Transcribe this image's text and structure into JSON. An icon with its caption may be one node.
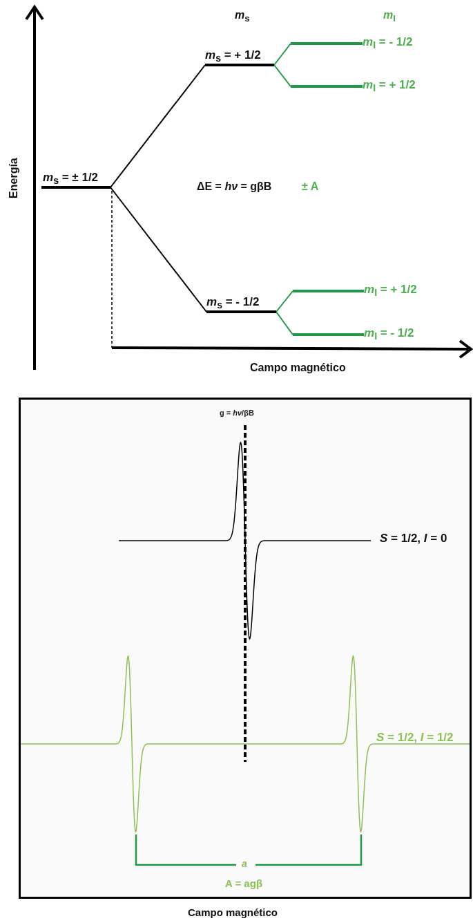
{
  "diagram": {
    "nodes": [
      {
        "text": [
          "*m*$_{s}$ = ± 1/2"
        ]
      },
      {
        "text": [
          "*m*$_{s}$ = + 1/2"
        ]
      },
      {
        "text": [
          "*m*$_{s}$ = - 1/2"
        ]
      },
      {
        "text": [
          "*m*$_{I}$ = - 1/2"
        ]
      },
      {
        "text": [
          "*m*$_{I}$ = + 1/2"
        ]
      },
      {
        "text": [
          "*m*$_{I}$ = + 1/2"
        ]
      },
      {
        "text": [
          "*m*$_{I}$ = - 1/2"
        ]
      }
    ],
    "edges": [
      {
        "from": 0,
        "to": 1,
        "arrow": "none",
        "color": "#000000"
      },
      {
        "from": 0,
        "to": 2,
        "arrow": "none",
        "color": "#000000"
      },
      {
        "from": 1,
        "to": 3,
        "arrow": "none",
        "color": "#1e9a46"
      },
      {
        "from": 1,
        "to": 4,
        "arrow": "none",
        "color": "#1e9a46"
      },
      {
        "from": 2,
        "to": 5,
        "arrow": "none",
        "color": "#1e9a46"
      },
      {
        "from": 2,
        "to": 6,
        "arrow": "none",
        "color": "#1e9a46"
      }
    ],
    "labels": [
      "*m*$_{s}$",
      "*m*$_{I}$",
      "Energía",
      "ΔE = *hν* = gβB",
      "± A",
      "Campo magnético",
      "g = *hν*/βB",
      "*S* = 1/2, *I* = 0",
      "*S* = 1/2, *I* = 1/2",
      "*a*",
      "A = agβ",
      "Campo magnético"
    ]
  }
}
